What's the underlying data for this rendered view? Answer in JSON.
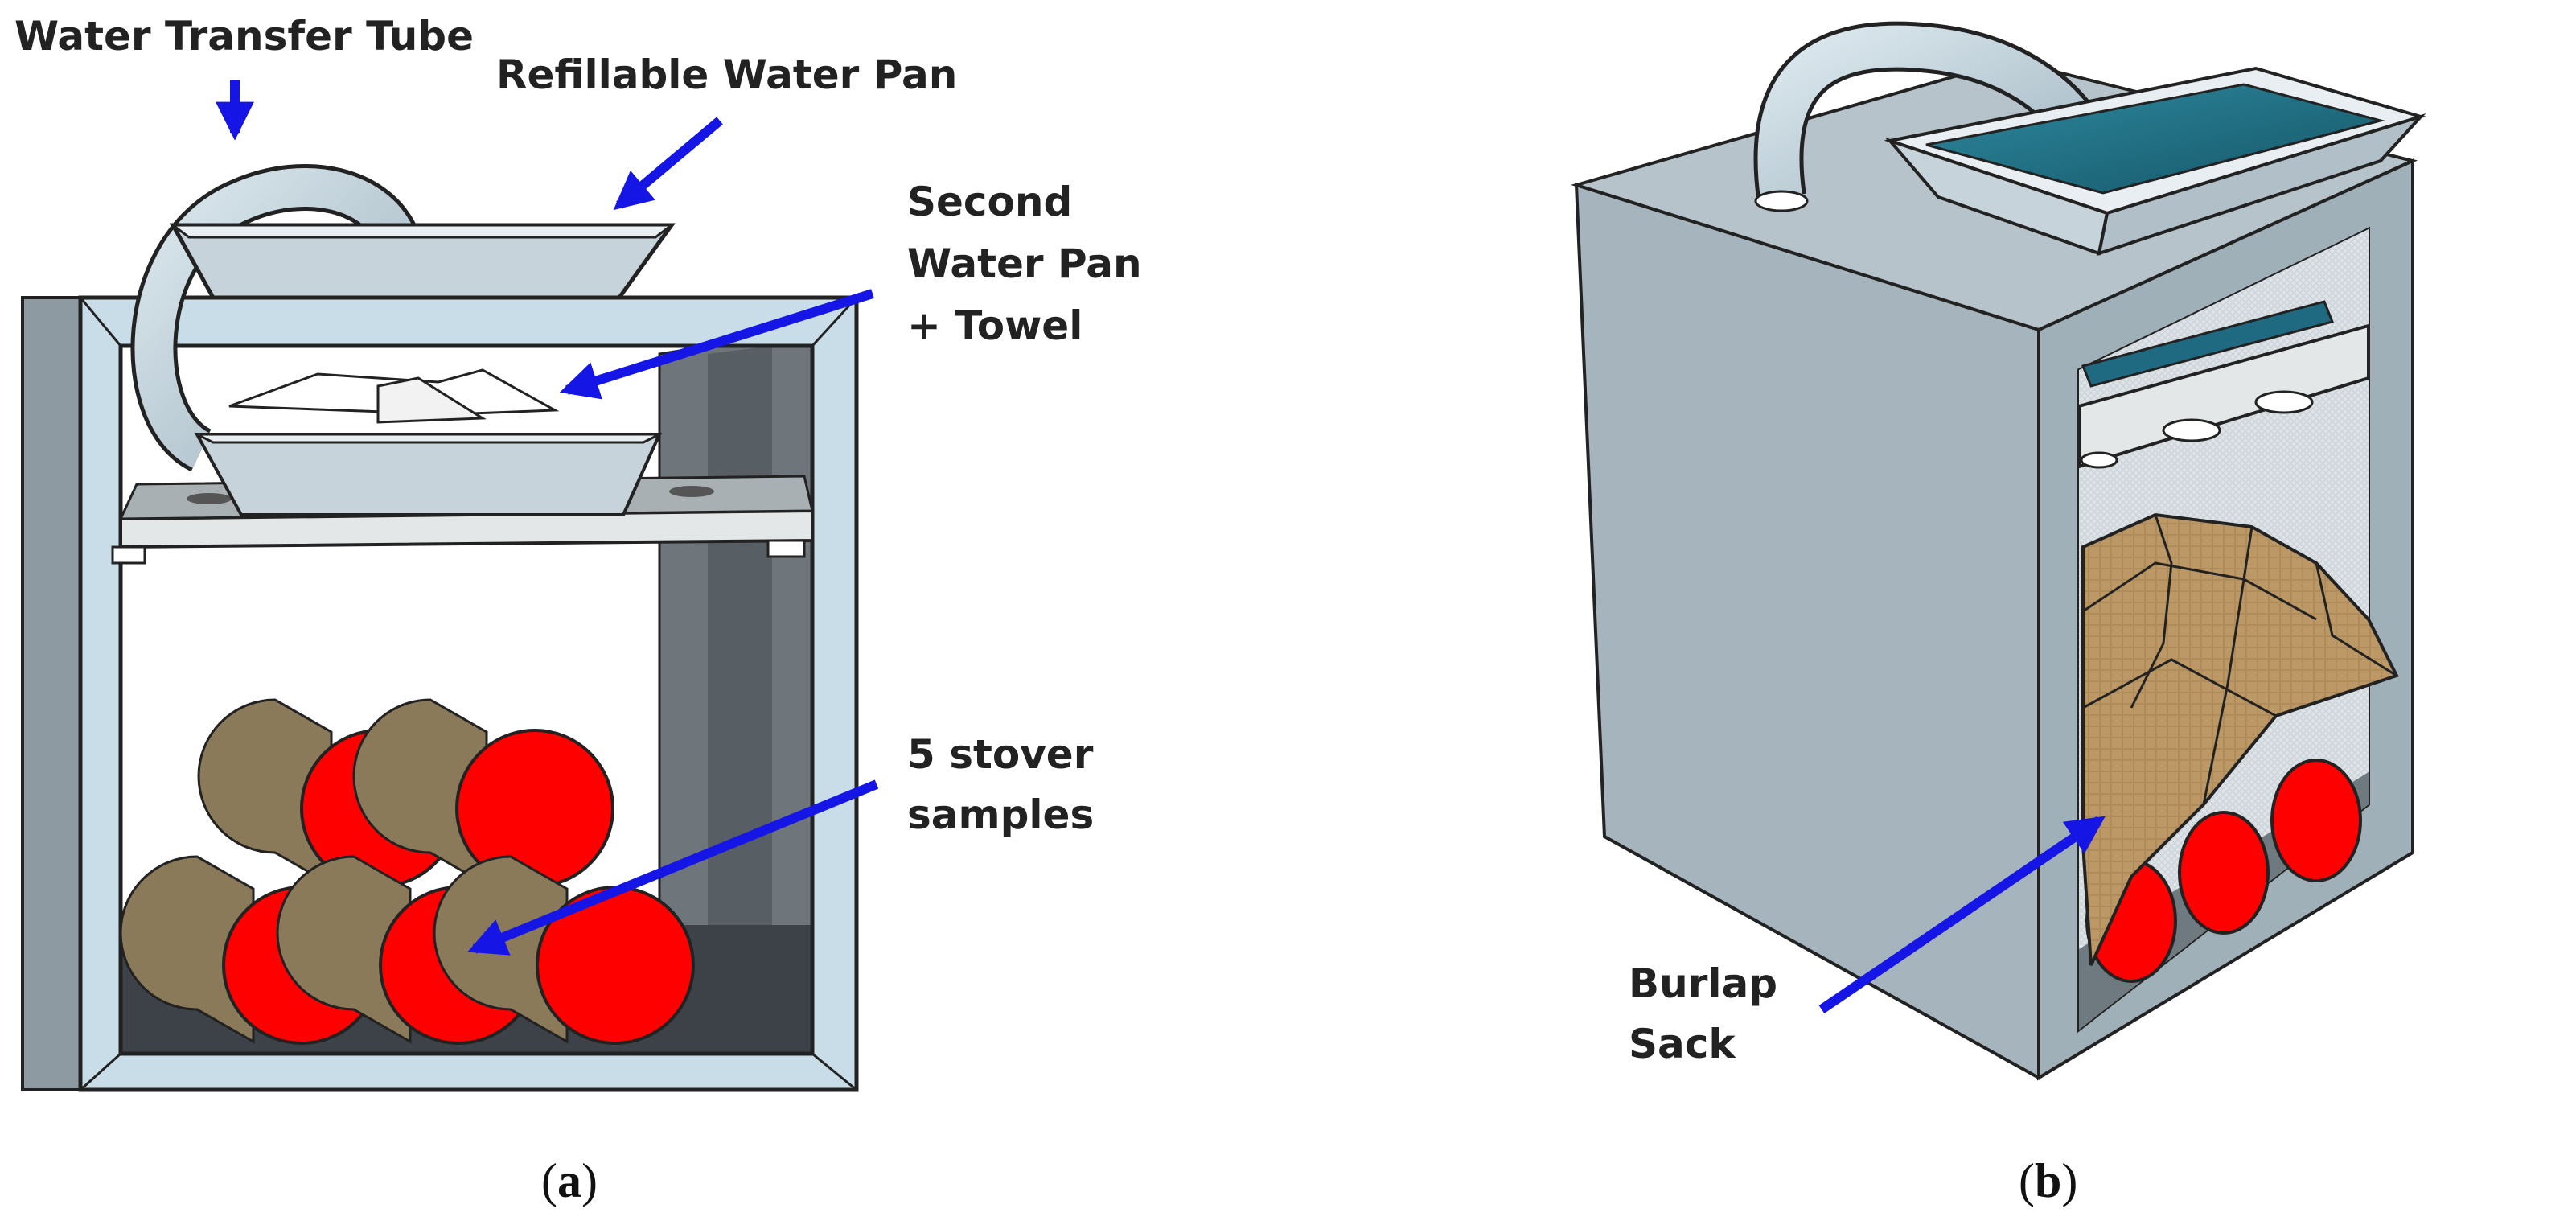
{
  "colors": {
    "arrow": "#1515e6",
    "chamber_frame": "#c9dde8",
    "chamber_side": "#a6b5bd",
    "interior_dark": "#3c4247",
    "shelf": "#e4e7e8",
    "pan": "#c6d3da",
    "tube": "#b9ccd6",
    "stover_end": "#ff0000",
    "stover_side": "#8a7a5a",
    "water": "#1f6a80",
    "burlap": "#bb9865"
  },
  "panel_a": {
    "labels": {
      "water_transfer_tube": "Water Transfer Tube",
      "refillable_water_pan": "Refillable Water Pan",
      "second_water_pan_line1": "Second",
      "second_water_pan_line2": "Water Pan",
      "second_water_pan_line3": "+ Towel",
      "stover_line1": "5 stover",
      "stover_line2": "samples"
    },
    "caption_open": "(",
    "caption_letter": "a",
    "caption_close": ")"
  },
  "panel_b": {
    "labels": {
      "burlap_line1": "Burlap",
      "burlap_line2": "Sack"
    },
    "caption_open": "(",
    "caption_letter": "b",
    "caption_close": ")"
  }
}
